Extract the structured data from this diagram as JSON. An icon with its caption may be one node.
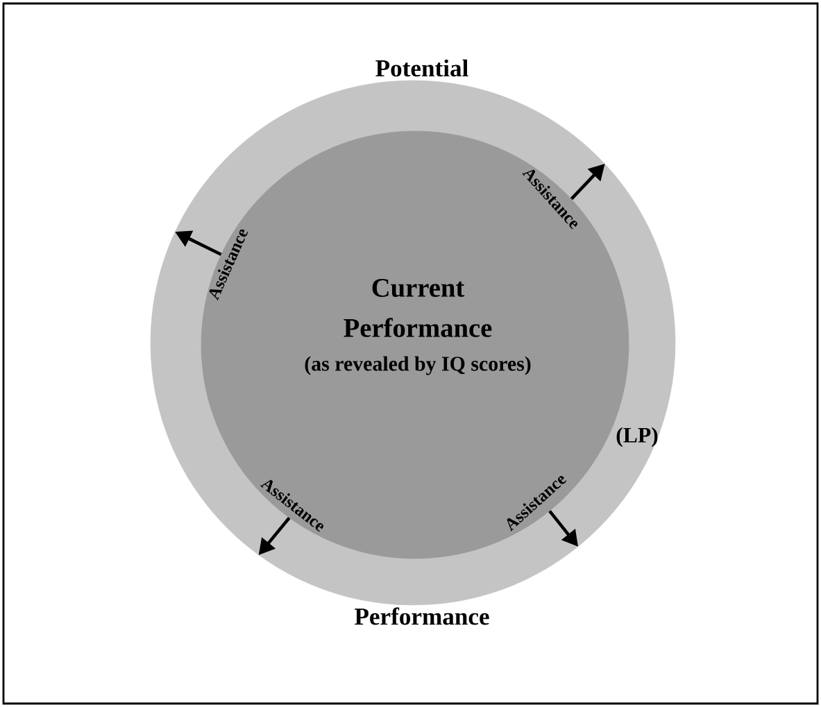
{
  "diagram": {
    "nodes": [
      {
        "text": [
          "Potential",
          "(LP)",
          "Performance"
        ]
      },
      {
        "text": [
          "Current",
          "Performance",
          "(as revealed by IQ scores)"
        ],
        "in": 0
      }
    ],
    "edges": [
      {
        "from": 1,
        "to": 0,
        "arrow": "to",
        "label": "Assistance"
      },
      {
        "from": 1,
        "to": 0,
        "arrow": "to",
        "label": "Assistance"
      },
      {
        "from": 1,
        "to": 0,
        "arrow": "to",
        "label": "Assistance"
      },
      {
        "from": 1,
        "to": 0,
        "arrow": "to",
        "label": "Assistance"
      }
    ]
  }
}
